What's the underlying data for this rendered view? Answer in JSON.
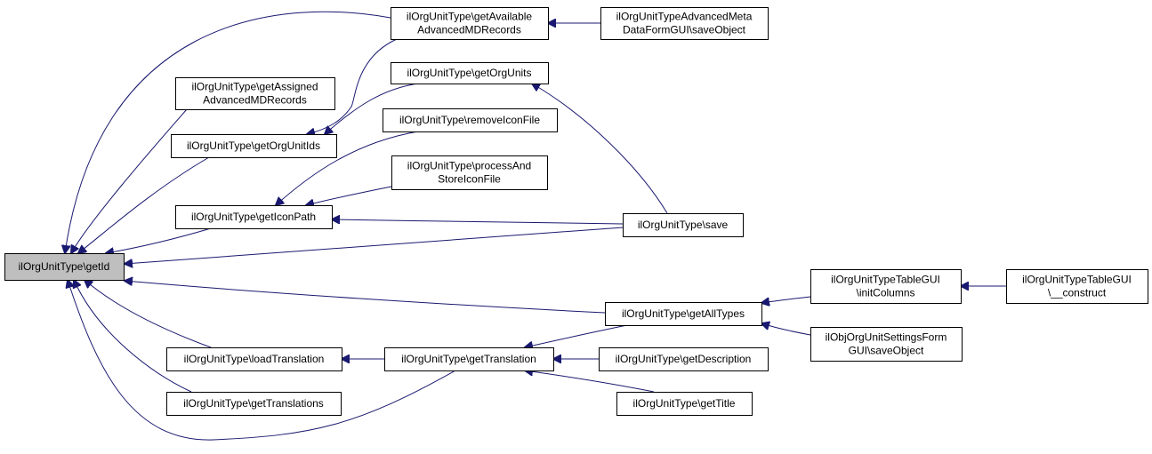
{
  "graph": {
    "colors": {
      "edge": "#191970",
      "node_fill": "#ffffff",
      "root_fill": "#bfbfbf",
      "border": "#000000"
    },
    "nodes": [
      {
        "id": "getId",
        "lines": [
          "ilOrgUnitType\\getId"
        ],
        "root": true
      },
      {
        "id": "getAvailableAdvancedMDRecords",
        "lines": [
          "ilOrgUnitType\\getAvailable",
          "AdvancedMDRecords"
        ]
      },
      {
        "id": "advMetaSaveObject",
        "lines": [
          "ilOrgUnitTypeAdvancedMeta",
          "DataFormGUI\\saveObject"
        ]
      },
      {
        "id": "getAssignedAdvancedMDRecords",
        "lines": [
          "ilOrgUnitType\\getAssigned",
          "AdvancedMDRecords"
        ]
      },
      {
        "id": "getOrgUnits",
        "lines": [
          "ilOrgUnitType\\getOrgUnits"
        ]
      },
      {
        "id": "getOrgUnitIds",
        "lines": [
          "ilOrgUnitType\\getOrgUnitIds"
        ]
      },
      {
        "id": "removeIconFile",
        "lines": [
          "ilOrgUnitType\\removeIconFile"
        ]
      },
      {
        "id": "processAndStoreIconFile",
        "lines": [
          "ilOrgUnitType\\processAnd",
          "StoreIconFile"
        ]
      },
      {
        "id": "getIconPath",
        "lines": [
          "ilOrgUnitType\\getIconPath"
        ]
      },
      {
        "id": "save",
        "lines": [
          "ilOrgUnitType\\save"
        ]
      },
      {
        "id": "getAllTypes",
        "lines": [
          "ilOrgUnitType\\getAllTypes"
        ]
      },
      {
        "id": "tableInitColumns",
        "lines": [
          "ilOrgUnitTypeTableGUI",
          "\\initColumns"
        ]
      },
      {
        "id": "tableConstruct",
        "lines": [
          "ilOrgUnitTypeTableGUI",
          "\\__construct"
        ]
      },
      {
        "id": "settingsSaveObject",
        "lines": [
          "ilObjOrgUnitSettingsForm",
          "GUI\\saveObject"
        ]
      },
      {
        "id": "loadTranslation",
        "lines": [
          "ilOrgUnitType\\loadTranslation"
        ]
      },
      {
        "id": "getTranslation",
        "lines": [
          "ilOrgUnitType\\getTranslation"
        ]
      },
      {
        "id": "getDescription",
        "lines": [
          "ilOrgUnitType\\getDescription"
        ]
      },
      {
        "id": "getTranslations",
        "lines": [
          "ilOrgUnitType\\getTranslations"
        ]
      },
      {
        "id": "getTitle",
        "lines": [
          "ilOrgUnitType\\getTitle"
        ]
      }
    ],
    "edges": [
      {
        "from": "getAvailableAdvancedMDRecords",
        "to": "getId"
      },
      {
        "from": "getAssignedAdvancedMDRecords",
        "to": "getId"
      },
      {
        "from": "getOrgUnitIds",
        "to": "getId"
      },
      {
        "from": "getIconPath",
        "to": "getId"
      },
      {
        "from": "save",
        "to": "getId"
      },
      {
        "from": "getAllTypes",
        "to": "getId"
      },
      {
        "from": "loadTranslation",
        "to": "getId"
      },
      {
        "from": "getTranslations",
        "to": "getId"
      },
      {
        "from": "getTranslation",
        "to": "getId"
      },
      {
        "from": "advMetaSaveObject",
        "to": "getAvailableAdvancedMDRecords"
      },
      {
        "from": "getAvailableAdvancedMDRecords",
        "to": "getOrgUnitIds"
      },
      {
        "from": "getOrgUnits",
        "to": "getOrgUnitIds"
      },
      {
        "from": "save",
        "to": "getOrgUnits"
      },
      {
        "from": "removeIconFile",
        "to": "getIconPath"
      },
      {
        "from": "processAndStoreIconFile",
        "to": "getIconPath"
      },
      {
        "from": "save",
        "to": "getIconPath"
      },
      {
        "from": "tableInitColumns",
        "to": "getAllTypes"
      },
      {
        "from": "settingsSaveObject",
        "to": "getAllTypes"
      },
      {
        "from": "tableConstruct",
        "to": "tableInitColumns"
      },
      {
        "from": "getTranslation",
        "to": "loadTranslation"
      },
      {
        "from": "getAllTypes",
        "to": "getTranslation"
      },
      {
        "from": "getDescription",
        "to": "getTranslation"
      },
      {
        "from": "getTitle",
        "to": "getTranslation"
      }
    ]
  }
}
